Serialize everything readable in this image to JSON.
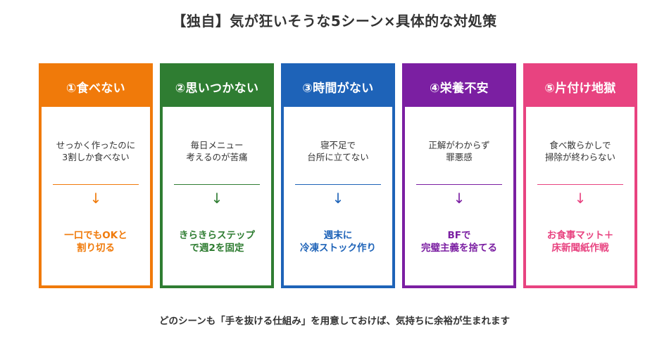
{
  "title": "【独自】気が狂いそうな5シーン×具体的な対処策",
  "cards": [
    {
      "heading": "①食べない",
      "problem_line1": "せっかく作ったのに",
      "problem_line2": "3割しか食べない",
      "arrow": "↓",
      "solution_line1": "一口でもOKと",
      "solution_line2": "割り切る",
      "color": "#F07A0A"
    },
    {
      "heading": "②思いつかない",
      "problem_line1": "毎日メニュー",
      "problem_line2": "考えるのが苦痛",
      "arrow": "↓",
      "solution_line1": "きらきらステップ",
      "solution_line2": "で週2を固定",
      "color": "#2F7D32"
    },
    {
      "heading": "③時間がない",
      "problem_line1": "寝不足で",
      "problem_line2": "台所に立てない",
      "arrow": "↓",
      "solution_line1": "週末に",
      "solution_line2": "冷凍ストック作り",
      "color": "#1E63B8"
    },
    {
      "heading": "④栄養不安",
      "problem_line1": "正解がわからず",
      "problem_line2": "罪悪感",
      "arrow": "↓",
      "solution_line1": "BFで",
      "solution_line2": "完璧主義を捨てる",
      "color": "#7B1FA2"
    },
    {
      "heading": "⑤片付け地獄",
      "problem_line1": "食べ散らかしで",
      "problem_line2": "掃除が終わらない",
      "arrow": "↓",
      "solution_line1": "お食事マット＋",
      "solution_line2": "床新聞紙作戦",
      "color": "#E84380"
    }
  ],
  "footer": "どのシーンも「手を抜ける仕組み」を用意しておけば、気持ちに余裕が生まれます"
}
